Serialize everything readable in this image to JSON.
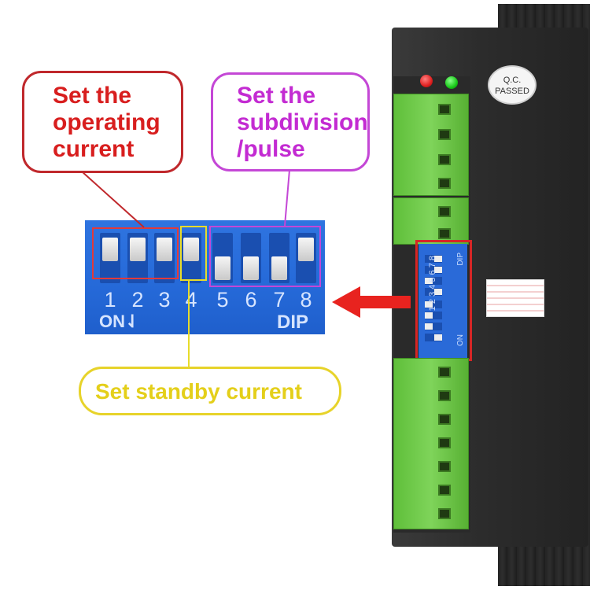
{
  "callouts": {
    "operating_current": [
      "Set the",
      "operating",
      "current"
    ],
    "subdivision": [
      "Set the",
      "subdivision",
      "/pulse"
    ],
    "standby": "Set standby current"
  },
  "zoom_dip": {
    "numbers": [
      "1",
      "2",
      "3",
      "4",
      "5",
      "6",
      "7",
      "8"
    ],
    "on_label": "ON⇃",
    "dip_label": "DIP",
    "switch_positions": [
      "up",
      "up",
      "up",
      "up",
      "down",
      "down",
      "down",
      "up"
    ]
  },
  "device": {
    "qc_label": [
      "Q.C.",
      "PASSED"
    ],
    "small_dip_numbers": "1 2 3 4 5 6 7 8",
    "small_on": "ON",
    "small_dip": "DIP",
    "led_colors": [
      "#e02020",
      "#18c818"
    ]
  },
  "colors": {
    "red": "#d81e1e",
    "purple": "#c32bd2",
    "yellow": "#e4cf1a",
    "arrow": "#e8231f",
    "terminal_green": "#6cc947"
  }
}
